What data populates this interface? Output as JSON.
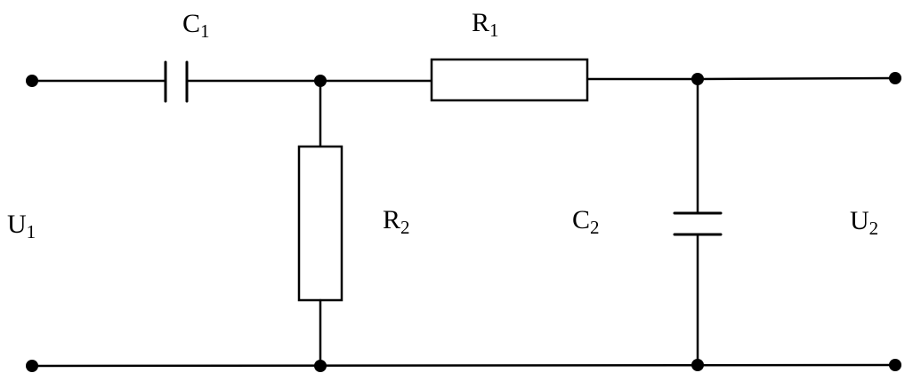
{
  "labels": {
    "c1": {
      "main": "C",
      "sub": "1"
    },
    "r1": {
      "main": "R",
      "sub": "1"
    },
    "r2": {
      "main": "R",
      "sub": "2"
    },
    "c2": {
      "main": "C",
      "sub": "2"
    },
    "u1": {
      "main": "U",
      "sub": "1"
    },
    "u2": {
      "main": "U",
      "sub": "2"
    }
  },
  "colors": {
    "ink": "#000000",
    "background": "#ffffff"
  }
}
